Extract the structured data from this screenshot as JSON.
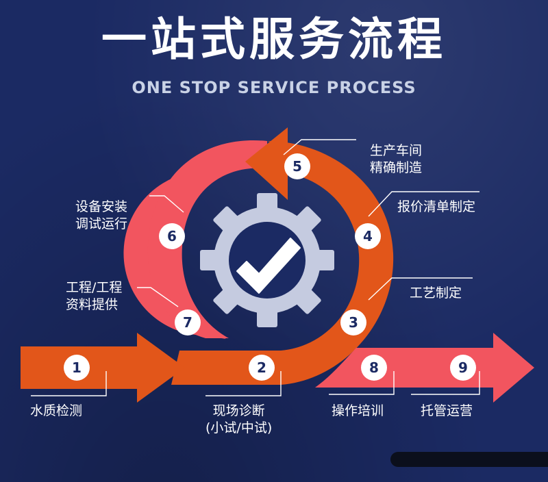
{
  "header": {
    "title": "一站式服务流程",
    "subtitle": "ONE STOP SERVICE PROCESS"
  },
  "colors": {
    "background": "#1b2a63",
    "orange": "#e2561a",
    "coral": "#f2555f",
    "gear": "#c5cbe0"
  },
  "steps": [
    {
      "num": "1",
      "line1": "水质检测",
      "line2": ""
    },
    {
      "num": "2",
      "line1": "现场诊断",
      "line2": "(小试/中试)"
    },
    {
      "num": "3",
      "line1": "工艺制定",
      "line2": ""
    },
    {
      "num": "4",
      "line1": "报价清单制定",
      "line2": ""
    },
    {
      "num": "5",
      "line1": "生产车间",
      "line2": "精确制造"
    },
    {
      "num": "6",
      "line1": "设备安装",
      "line2": "调试运行"
    },
    {
      "num": "7",
      "line1": "工程/工程",
      "line2": "资料提供"
    },
    {
      "num": "8",
      "line1": "操作培训",
      "line2": ""
    },
    {
      "num": "9",
      "line1": "托管运营",
      "line2": ""
    }
  ],
  "center_icon": "gear-checkmark-icon"
}
